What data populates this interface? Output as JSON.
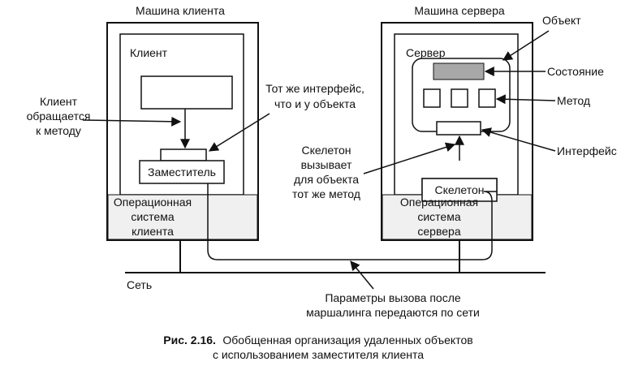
{
  "client_machine": {
    "title": "Машина клиента",
    "process_label": "Клиент",
    "proxy_label": "Заместитель",
    "os_lines": [
      "Операционная",
      "система",
      "клиента"
    ]
  },
  "server_machine": {
    "title": "Машина сервера",
    "process_label": "Сервер",
    "skeleton_label": "Скелетон",
    "os_lines": [
      "Операционная",
      "система",
      "сервера"
    ]
  },
  "annotations": {
    "client_calls_lines": [
      "Клиент",
      "обращается",
      "к методу"
    ],
    "same_interface_lines": [
      "Тот же интерфейс,",
      "что и у объекта"
    ],
    "skeleton_calls_lines": [
      "Скелетон",
      "вызывает",
      "для объекта",
      "тот же метод"
    ],
    "object": "Объект",
    "state": "Состояние",
    "method": "Метод",
    "interface": "Интерфейс",
    "network": "Сеть",
    "marshalled_lines": [
      "Параметры вызова после",
      "маршалинга передаются по сети"
    ]
  },
  "caption": {
    "number": "Рис. 2.16.",
    "line1": "Обобщенная организация удаленных объектов",
    "line2": "с использованием заместителя клиента"
  },
  "colors": {
    "state_fill": "#a8a8a8",
    "os_fill": "#f0f0f0",
    "line": "#111111"
  }
}
